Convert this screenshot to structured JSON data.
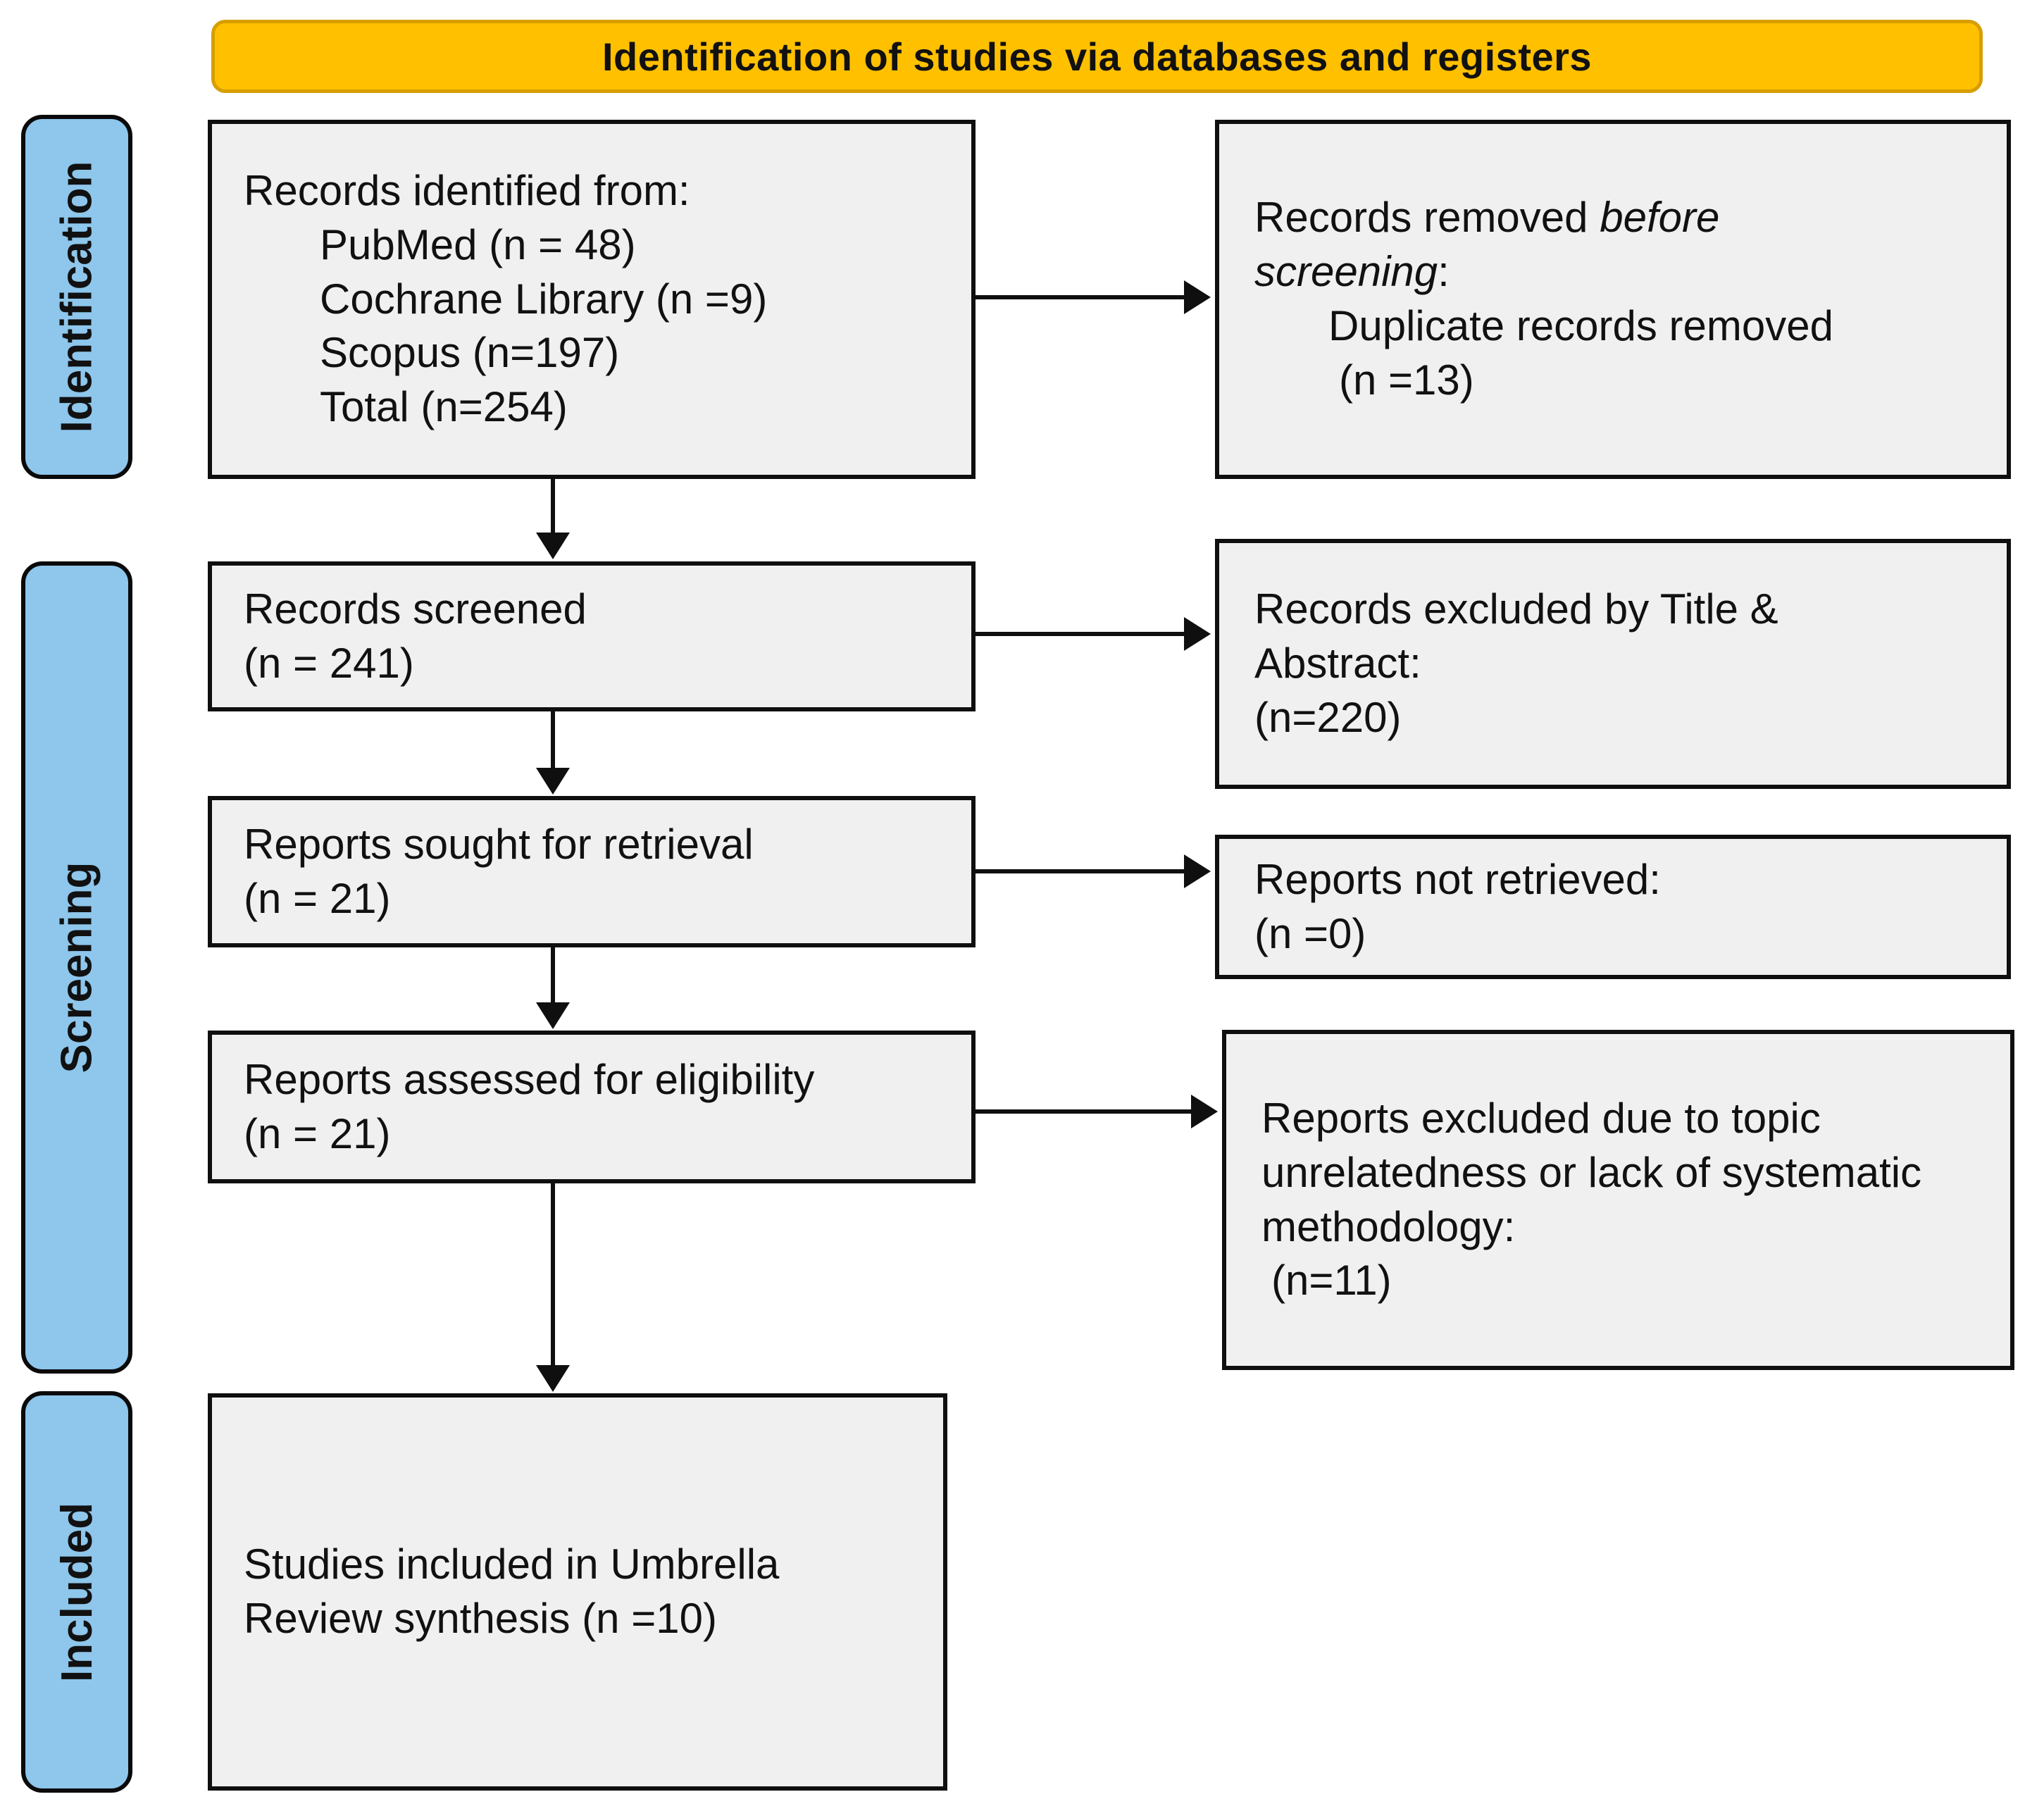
{
  "banner": {
    "title": "Identification of studies via databases and registers"
  },
  "stages": [
    {
      "label": "Identification"
    },
    {
      "label": "Screening"
    },
    {
      "label": "Included"
    }
  ],
  "boxes": {
    "identified": {
      "heading": "Records identified from:",
      "items": [
        "PubMed (n = 48)",
        "Cochrane Library (n =9)",
        "Scopus (n=197)",
        "Total (n=254)"
      ]
    },
    "removed_before_screening": {
      "l1_normal": "Records removed ",
      "l1_italic": "before",
      "l2_italic": "screening",
      "l2_normal": ":",
      "l3": "Duplicate records removed",
      "l4": "(n =13)"
    },
    "screened": {
      "l1": "Records screened",
      "l2": "(n = 241)"
    },
    "excluded_title_abstract": {
      "l1": "Records excluded by Title &",
      "l2": "Abstract:",
      "l3": "(n=220)"
    },
    "sought_retrieval": {
      "l1": "Reports sought for retrieval",
      "l2": "(n = 21)"
    },
    "not_retrieved": {
      "l1": "Reports not retrieved:",
      "l2": "(n =0)"
    },
    "assessed_eligibility": {
      "l1": "Reports assessed for eligibility",
      "l2": "(n = 21)"
    },
    "excluded_topic": {
      "l1": "Reports excluded due to topic",
      "l2": "unrelatedness or lack of systematic",
      "l3": "methodology:",
      "l4": "(n=11)"
    },
    "included_studies": {
      "l1": "Studies included in Umbrella",
      "l2": "Review synthesis (n =10)"
    }
  },
  "colors": {
    "banner_fill": "#FFC000",
    "banner_border": "#D79E00",
    "stage_fill": "#8EC6EC",
    "box_fill": "#F0F0F0",
    "box_border": "#0F0F0F",
    "arrow": "#0F0F0F",
    "text": "#111111"
  }
}
